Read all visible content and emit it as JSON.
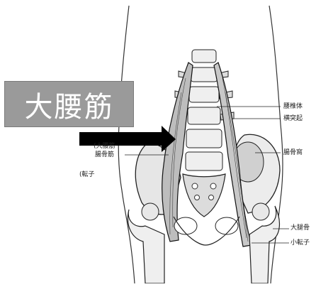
{
  "title_banner": {
    "text": "大腰筋",
    "bg_color": "#9a9a9a",
    "text_color": "#ffffff"
  },
  "labels": {
    "lumbar_vertebra": "腰椎体",
    "transverse_process": "横突起",
    "iliac_fossa": "腸骨窩",
    "iliacus": "腸骨筋",
    "femur": "大腿骨",
    "lesser_trochanter": "小転子",
    "trochanter_left": "(転子",
    "partial_left": "(大腰筋"
  },
  "colors": {
    "ink": "#2a2a2a",
    "highlight": "#d9d9d9"
  }
}
